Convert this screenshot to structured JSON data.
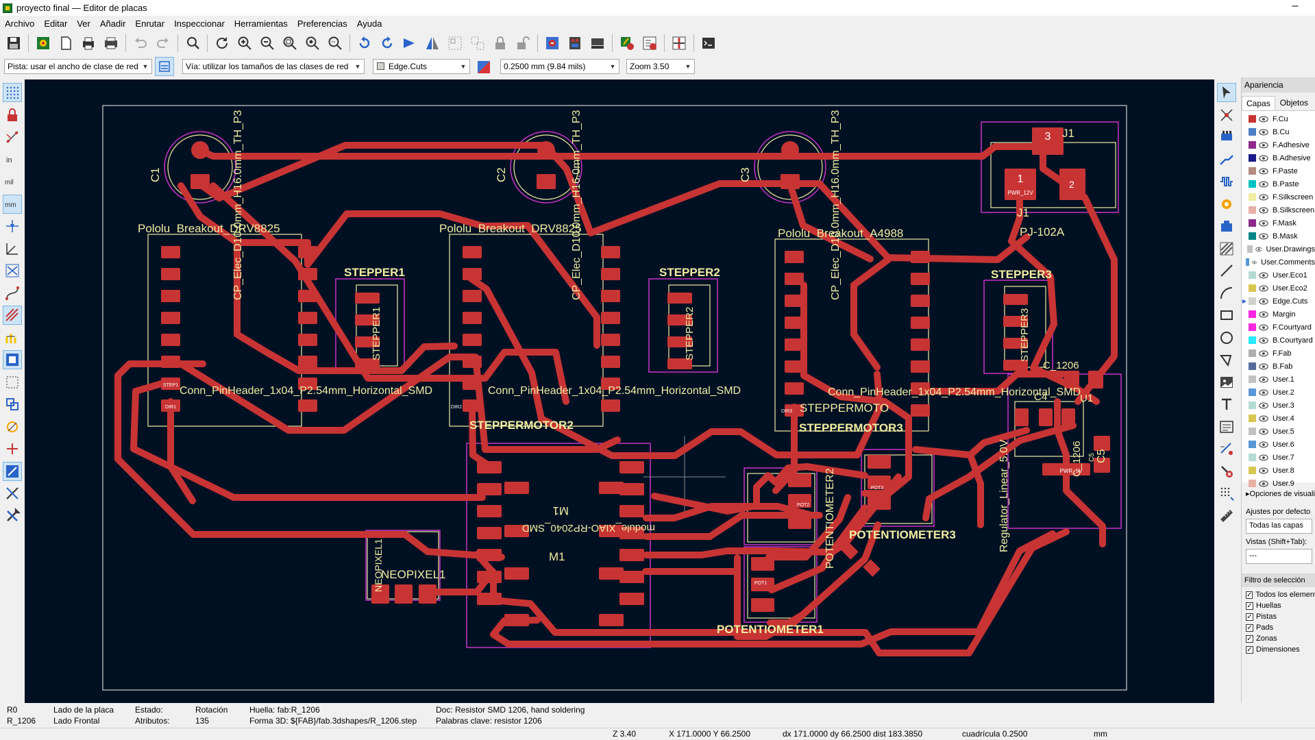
{
  "window": {
    "title": "proyecto final — Editor de placas",
    "minimize": "–"
  },
  "menu": [
    "Archivo",
    "Editar",
    "Ver",
    "Añadir",
    "Enrutar",
    "Inspeccionar",
    "Herramientas",
    "Preferencias",
    "Ayuda"
  ],
  "toolbar_icons": [
    "save-icon",
    "board-setup-icon",
    "page-settings-icon",
    "print-icon",
    "plot-icon",
    "undo-icon",
    "redo-icon",
    "find-icon",
    "refresh-icon",
    "zoom-in-icon",
    "zoom-out-icon",
    "zoom-fit-icon",
    "zoom-objects-icon",
    "zoom-selection-icon",
    "rotate-ccw-icon",
    "rotate-cw-icon",
    "flip-icon",
    "mirror-icon",
    "group-icon",
    "ungroup-icon",
    "lock-icon",
    "unlock-icon",
    "netlist-update-icon",
    "footprint-editor-icon",
    "footprint-browser-icon",
    "drc-icon",
    "erc-icon",
    "scripting-icon",
    "console-icon"
  ],
  "options": {
    "track_width": "Pista: usar el ancho de clase de red",
    "via_size": "Vía: utilizar los tamaños de las clases de red",
    "layer": "Edge.Cuts",
    "grid": "0.2500 mm (9.84 mils)",
    "zoom": "Zoom 3.50"
  },
  "left_tools": [
    "grid-icon",
    "drc-lock-icon",
    "ratsnest-icon",
    "inches-icon",
    "mils-icon",
    "millimeters-icon",
    "cursor-icon",
    "polar-icon",
    "show-ratsnest-icon",
    "curved-ratsnest-icon",
    "track-outline-icon",
    "via-outline-icon",
    "zone-fill-icon",
    "zone-outline-icon",
    "pad-outline-icon",
    "graphic-outline-icon",
    "text-outline-icon",
    "hv45-icon",
    "layer-manager-icon",
    "tools-icon"
  ],
  "left_labels": {
    "in": "in",
    "mil": "mil",
    "mm": "mm"
  },
  "right_tools": [
    "select-icon",
    "highlight-net-icon",
    "add-footprint-icon",
    "route-track-icon",
    "tune-length-icon",
    "add-via-icon",
    "add-zone-icon",
    "add-rule-area-icon",
    "draw-line-icon",
    "draw-arc-icon",
    "draw-rect-icon",
    "draw-circle-icon",
    "draw-polygon-icon",
    "add-image-icon",
    "add-text-icon",
    "add-textbox-icon",
    "dimension-icon",
    "delete-icon",
    "grid-origin-icon",
    "measure-icon"
  ],
  "pcb": {
    "background": "#001023",
    "edge_color": "#d0d2cd",
    "track_color": "#c83434",
    "silk_color": "#f2eda1",
    "courtyard_color": "#c832c8",
    "pad_color": "#c83434",
    "labels": {
      "c1": "C1",
      "c1_fp": "CP_Elec_D10.0mm_H16.0mm_TH_P3",
      "c2": "C2",
      "c2_fp": "CP_Elec_D10.0mm_H16.0mm_TH_P3",
      "c3": "C3",
      "c3_fp": "CP_Elec_D10.0mm_H16.0mm_TH_P3",
      "drv1": "Pololu_Breakout_DRV8825",
      "drv2": "Pololu_Breakout_DRV8825",
      "drv3": "Pololu_Breakout_A4988",
      "st1": "STEPPER1",
      "st2": "STEPPER2",
      "st3": "STEPPER3",
      "st1r": "STEPPER1",
      "st2r": "STEPPER2",
      "st3r": "STEPPER3",
      "conn_fp": "Conn_PinHeader_1x04_P2.54mm_Horizontal_SMD",
      "conn_fp2": "Conn_PinHeader_1x04_P2.54mm_Horizontal_SMD",
      "conn_fp3": "Conn_PinHeader_1x04_P2.54mm_Horizontal_SMD",
      "sm2": "STEPPERMOTOR2",
      "sm3": "STEPPERMOTOR3",
      "sm1": "STEPPERMOTO",
      "m1": "M1",
      "m1b": "M1",
      "m1_fp": "module_XIAO-RP2040_SMD",
      "pixel": "NEOPIXEL1",
      "pixel_v": "NEOPIXEL1",
      "pot1": "POTENTIOMETER1",
      "pot2": "POTENTIOMETER2",
      "pot3": "POTENTIOMETER3",
      "j1": "J1",
      "j1b": "J1",
      "j1_fp": "PJ-102A",
      "reg": "Regulator_Linear_5.0V",
      "reg_b": "U1",
      "c4": "C4",
      "c5": "C5",
      "c5b": "C5",
      "r_fp": "C_1206",
      "r_fp2": "C_1206",
      "pin1": "1",
      "pin2": "2",
      "pin3": "3",
      "pwr12": "PWR_12V",
      "pwr5": "PWR_5V",
      "dir1": "DIR1",
      "dir2": "DIR2",
      "dir3": "DIR3",
      "step1": "STEP1",
      "pot1n": "POT1",
      "pot3n": "POT3",
      "pot2n": "POT2"
    }
  },
  "panel": {
    "title": "Apariencia",
    "tab_layers": "Capas",
    "tab_objects": "Objetos",
    "layers": [
      {
        "name": "F.Cu",
        "color": "#c83434"
      },
      {
        "name": "B.Cu",
        "color": "#4d7fc4"
      },
      {
        "name": "F.Adhesive",
        "color": "#8f2a8f"
      },
      {
        "name": "B.Adhesive",
        "color": "#1a1a8c"
      },
      {
        "name": "F.Paste",
        "color": "#b48c80"
      },
      {
        "name": "B.Paste",
        "color": "#00c2c2"
      },
      {
        "name": "F.Silkscreen",
        "color": "#f2eda1"
      },
      {
        "name": "B.Silkscreen",
        "color": "#e8b2a7"
      },
      {
        "name": "F.Mask",
        "color": "#8a2a8a"
      },
      {
        "name": "B.Mask",
        "color": "#028787"
      },
      {
        "name": "User.Drawings",
        "color": "#c2c2c2"
      },
      {
        "name": "User.Comments",
        "color": "#5997d9"
      },
      {
        "name": "User.Eco1",
        "color": "#b4dbd2"
      },
      {
        "name": "User.Eco2",
        "color": "#d8c852"
      },
      {
        "name": "Edge.Cuts",
        "color": "#d0d2cd"
      },
      {
        "name": "Margin",
        "color": "#ff26e2"
      },
      {
        "name": "F.Courtyard",
        "color": "#ff26e2"
      },
      {
        "name": "B.Courtyard",
        "color": "#26e9ff"
      },
      {
        "name": "F.Fab",
        "color": "#afafaf"
      },
      {
        "name": "B.Fab",
        "color": "#586d9e"
      },
      {
        "name": "User.1",
        "color": "#c2c2c2"
      },
      {
        "name": "User.2",
        "color": "#5997d9"
      },
      {
        "name": "User.3",
        "color": "#b4dbd2"
      },
      {
        "name": "User.4",
        "color": "#d8c852"
      },
      {
        "name": "User.5",
        "color": "#c2c2c2"
      },
      {
        "name": "User.6",
        "color": "#5997d9"
      },
      {
        "name": "User.7",
        "color": "#b4dbd2"
      },
      {
        "name": "User.8",
        "color": "#d8c852"
      },
      {
        "name": "User.9",
        "color": "#e8b2a7"
      }
    ],
    "view_options": "▸Opciones de visualización",
    "presets_label": "Ajustes por defecto",
    "presets_value": "Todas las capas",
    "views_label": "Vistas (Shift+Tab):",
    "views_value": "---",
    "filter_title": "Filtro de selección",
    "filters": [
      "Todos los elementos",
      "Huellas",
      "Pistas",
      "Pads",
      "Zonas",
      "Dimensiones"
    ]
  },
  "status": {
    "r0": "R0",
    "ref": "R_1206",
    "side_label": "Lado de la placa",
    "side_value": "Lado Frontal",
    "state_label": "Estado:",
    "attr_label": "Atributos:",
    "rot_label": "Rotación",
    "rot_value": "135",
    "footprint": "Huella: fab:R_1206",
    "model": "Forma 3D: ${FAB}/fab.3dshapes/R_1206.step",
    "doc": "Doc: Resistor SMD 1206, hand soldering",
    "keywords": "Palabras clave: resistor 1206"
  },
  "coords": {
    "z": "Z 3.40",
    "xy": "X 171.0000  Y 66.2500",
    "delta": "dx 171.0000  dy 66.2500  dist 183.3850",
    "grid": "cuadrícula 0.2500",
    "units": "mm"
  }
}
